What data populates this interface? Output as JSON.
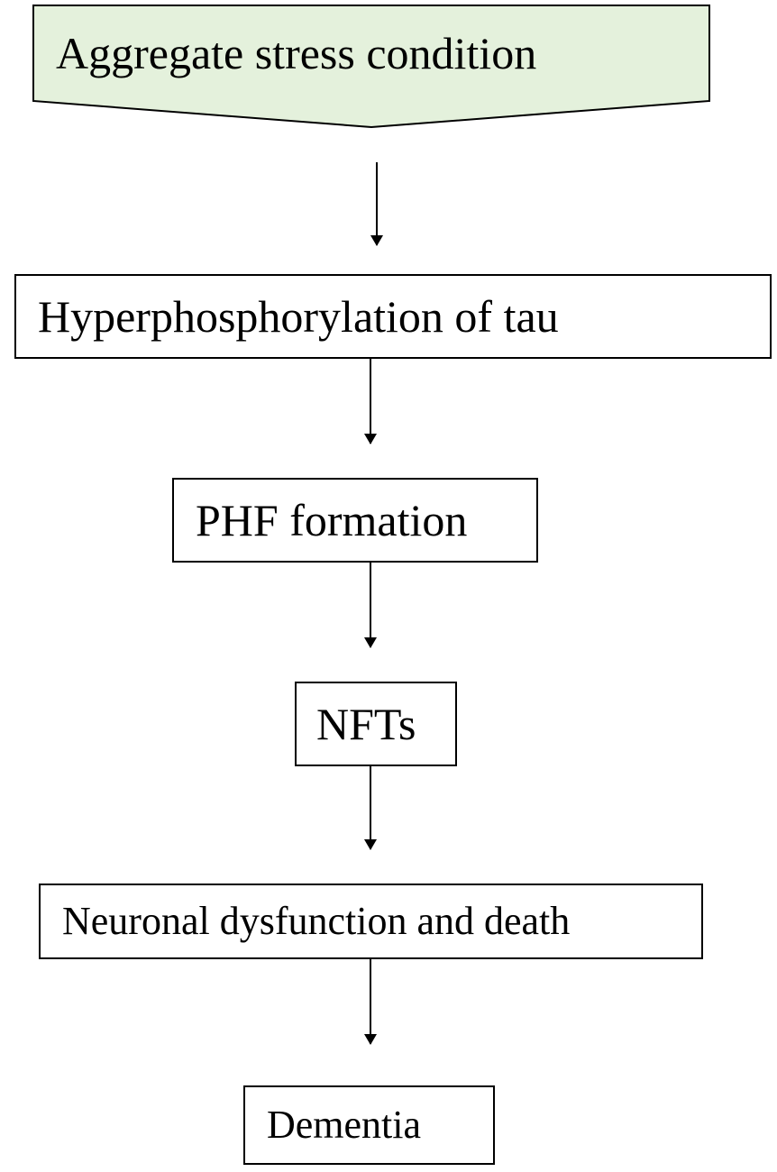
{
  "diagram": {
    "nodes": [
      {
        "id": "stress",
        "label": "Aggregate stress condition"
      },
      {
        "id": "hyper",
        "label": "Hyperphosphorylation of tau"
      },
      {
        "id": "phf",
        "label": "PHF formation"
      },
      {
        "id": "nfts",
        "label": "NFTs"
      },
      {
        "id": "neuronal",
        "label": "Neuronal dysfunction and death"
      },
      {
        "id": "dementia",
        "label": "Dementia"
      }
    ],
    "edges": [
      {
        "from": "stress",
        "to": "hyper"
      },
      {
        "from": "hyper",
        "to": "phf"
      },
      {
        "from": "phf",
        "to": "nfts"
      },
      {
        "from": "nfts",
        "to": "neuronal"
      },
      {
        "from": "neuronal",
        "to": "dementia"
      }
    ],
    "colors": {
      "start_fill": "#e4f1dc",
      "stroke": "#000000",
      "box_fill": "#ffffff"
    }
  }
}
